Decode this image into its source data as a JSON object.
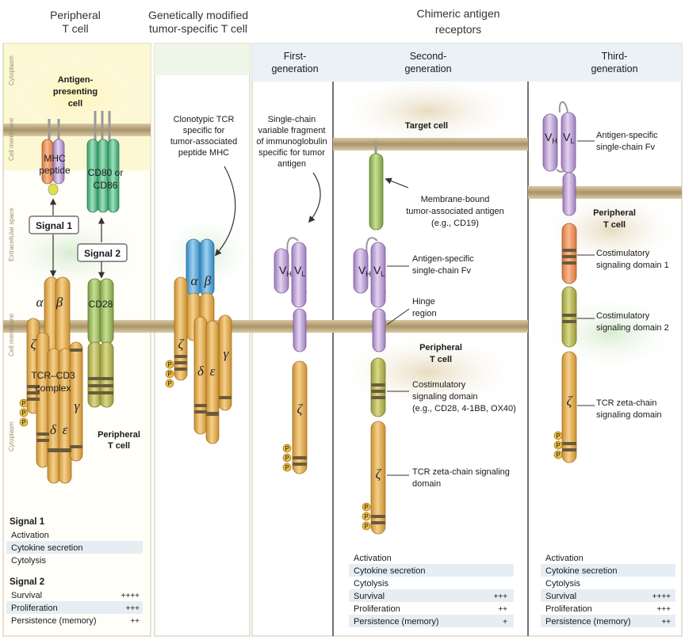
{
  "headers": {
    "peripheral": [
      "Peripheral",
      "T cell"
    ],
    "genetic": [
      "Genetically modified",
      "tumor-specific T cell"
    ],
    "car": [
      "Chimeric antigen",
      "receptors"
    ],
    "first": [
      "First-",
      "generation"
    ],
    "second": [
      "Second-",
      "generation"
    ],
    "third": [
      "Third-",
      "generation"
    ]
  },
  "side_labels": {
    "cytoplasm_top": "Cytoplasm",
    "cell_membrane_top": "Cell membrane",
    "extracellular": "Extracellular space",
    "cell_membrane_bottom": "Cell membrane",
    "cytoplasm_bottom": "Cytoplasm"
  },
  "panel1": {
    "apc": [
      "Antigen-",
      "presenting",
      "cell"
    ],
    "mhc": [
      "MHC",
      "peptide"
    ],
    "cd80": [
      "CD80 or",
      "CD86"
    ],
    "signal1": "Signal 1",
    "signal2": "Signal 2",
    "cd28": "CD28",
    "alpha": "α",
    "beta": "β",
    "zeta": "ζ",
    "delta": "δ",
    "epsilon": "ε",
    "gamma": "γ",
    "tcr": [
      "TCR–CD3",
      "complex"
    ],
    "p": "P",
    "peripheral": [
      "Peripheral",
      "T cell"
    ]
  },
  "panel2": {
    "clonotypic": [
      "Clonotypic TCR",
      "specific for",
      "tumor-associated",
      "peptide MHC"
    ]
  },
  "panel3": {
    "scfv": [
      "Single-chain",
      "variable fragment",
      "of immunoglobulin",
      "specific for tumor",
      "antigen"
    ],
    "vh": "V",
    "vh_sub": "H",
    "vl": "V",
    "vl_sub": "L"
  },
  "panel4": {
    "target": "Target cell",
    "membrane_antigen": [
      "Membrane-bound",
      "tumor-associated antigen",
      "(e.g., CD19)"
    ],
    "scfv": [
      "Antigen-specific",
      "single-chain Fv"
    ],
    "hinge": [
      "Hinge",
      "region"
    ],
    "peripheral": [
      "Peripheral",
      "T cell"
    ],
    "costim": [
      "Costimulatory",
      "signaling domain",
      "(e.g., CD28, 4-1BB, OX40)"
    ],
    "zeta": [
      "TCR zeta-chain signaling",
      "domain"
    ]
  },
  "panel5": {
    "scfv": [
      "Antigen-specific",
      "single-chain Fv"
    ],
    "peripheral": [
      "Peripheral",
      "T cell"
    ],
    "costim1": [
      "Costimulatory",
      "signaling domain 1"
    ],
    "costim2": [
      "Costimulatory",
      "signaling domain 2"
    ],
    "zeta": [
      "TCR zeta-chain",
      "signaling domain"
    ]
  },
  "tables": {
    "peripheral_signal1": {
      "title": "Signal 1",
      "rows": [
        [
          "Activation",
          ""
        ],
        [
          "Cytokine secretion",
          ""
        ],
        [
          "Cytolysis",
          ""
        ]
      ]
    },
    "peripheral_signal2": {
      "title": "Signal 2",
      "rows": [
        [
          "Survival",
          "++++"
        ],
        [
          "Proliferation",
          "+++"
        ],
        [
          "Persistence (memory)",
          "++"
        ]
      ]
    },
    "second": {
      "rows": [
        [
          "Activation",
          ""
        ],
        [
          "Cytokine secretion",
          ""
        ],
        [
          "Cytolysis",
          ""
        ],
        [
          "Survival",
          "+++"
        ],
        [
          "Proliferation",
          "++"
        ],
        [
          "Persistence (memory)",
          "+"
        ]
      ]
    },
    "third": {
      "rows": [
        [
          "Activation",
          ""
        ],
        [
          "Cytokine secretion",
          ""
        ],
        [
          "Cytolysis",
          ""
        ],
        [
          "Survival",
          "++++"
        ],
        [
          "Proliferation",
          "+++"
        ],
        [
          "Persistence (memory)",
          "++"
        ]
      ]
    }
  },
  "colors": {
    "orange": "#e8b45a",
    "purple": "#b89ad0",
    "green": "#9fbf68",
    "teal": "#5fbf8f",
    "blue": "#5aa6d6",
    "membrane": "#b9a57a",
    "band": "#6b5a3a",
    "table": "#e6eef4"
  }
}
